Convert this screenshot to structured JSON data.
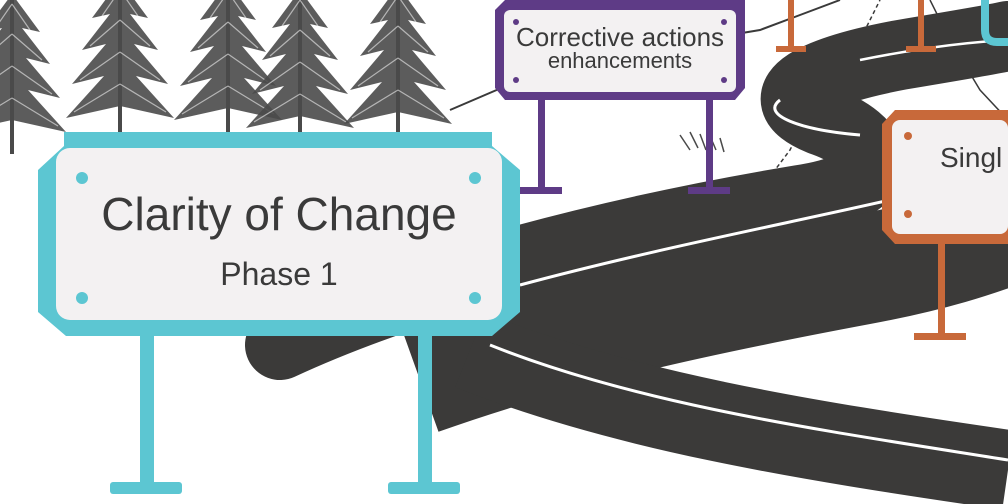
{
  "signs": {
    "main": {
      "title": "Clarity of Change",
      "subtitle": "Phase 1",
      "color": "#5cc6d2"
    },
    "corrective": {
      "line1": "Corrective actions",
      "line2": "enhancements",
      "color": "#5e3b86"
    },
    "single": {
      "label": "Singl",
      "color": "#c8693a"
    }
  },
  "colors": {
    "road": "#3b3a39",
    "road_line": "#ffffff",
    "tree": "#4a4a4a",
    "sign_face": "#f3f1f2"
  },
  "icons": [
    "pine-tree-icon",
    "winding-road"
  ]
}
